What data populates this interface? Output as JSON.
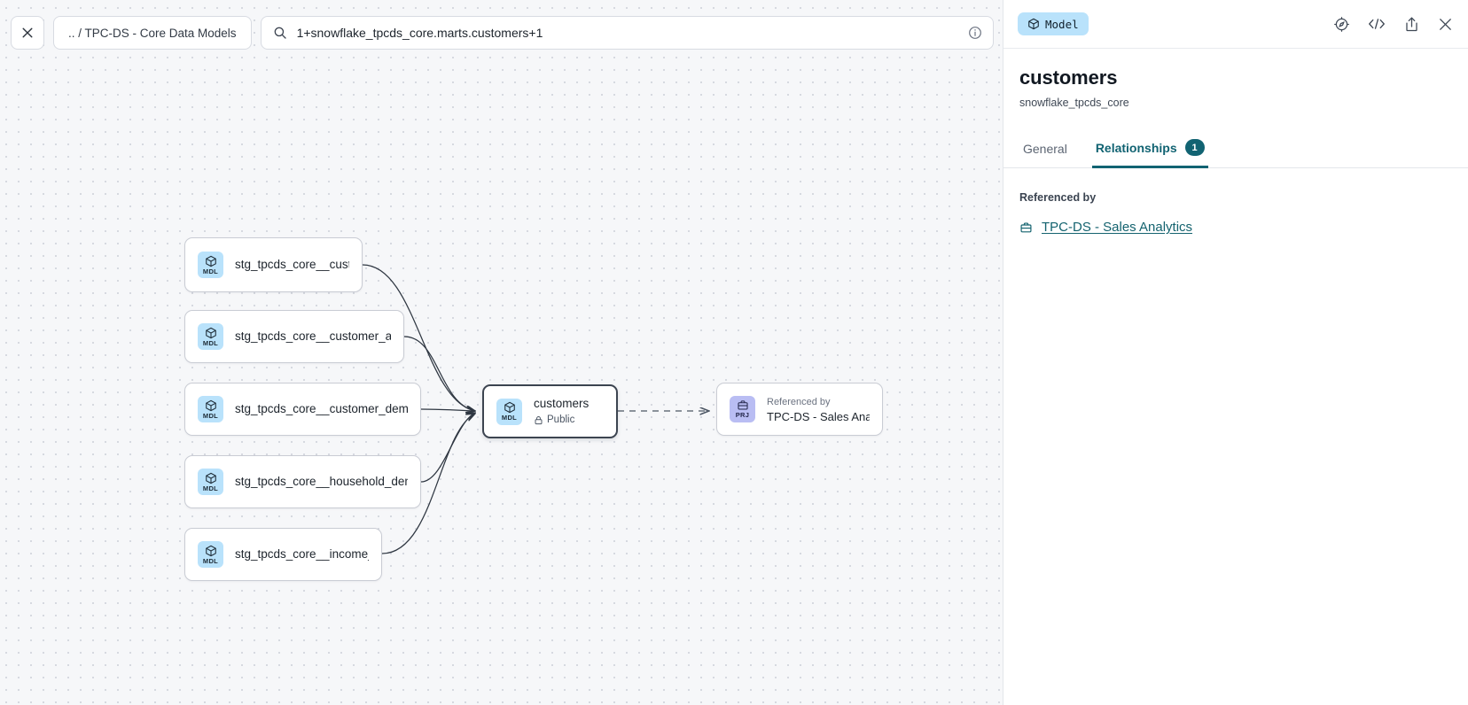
{
  "toolbar": {
    "close_icon": "close-icon",
    "breadcrumb": ".. / TPC-DS - Core Data Models",
    "search_icon": "search-icon",
    "search_value": "1+snowflake_tpcds_core.marts.customers+1",
    "info_icon": "info-circle-icon",
    "refresh_icon": "refresh-icon"
  },
  "graph": {
    "upstream_nodes": [
      {
        "badge": "MDL",
        "label": "stg_tpcds_core__customer"
      },
      {
        "badge": "MDL",
        "label": "stg_tpcds_core__customer_address"
      },
      {
        "badge": "MDL",
        "label": "stg_tpcds_core__customer_demogra..."
      },
      {
        "badge": "MDL",
        "label": "stg_tpcds_core__household_demogr..."
      },
      {
        "badge": "MDL",
        "label": "stg_tpcds_core__income_band"
      }
    ],
    "focus_node": {
      "badge": "MDL",
      "label": "customers",
      "visibility_icon": "lock-icon",
      "visibility": "Public"
    },
    "downstream_node": {
      "badge": "PRJ",
      "eyebrow": "Referenced by",
      "label": "TPC-DS - Sales Analytics"
    }
  },
  "panel": {
    "chip_icon": "cube-icon",
    "chip_label": "Model",
    "actions": [
      {
        "icon": "explore-compass-icon",
        "name": "explore-button"
      },
      {
        "icon": "code-icon",
        "name": "code-button"
      },
      {
        "icon": "share-icon",
        "name": "share-button"
      },
      {
        "icon": "close-icon",
        "name": "close-panel-button"
      }
    ],
    "title": "customers",
    "subtitle": "snowflake_tpcds_core",
    "tabs": [
      {
        "label": "General",
        "badge": null,
        "active": false
      },
      {
        "label": "Relationships",
        "badge": "1",
        "active": true
      }
    ],
    "section_label": "Referenced by",
    "reference_icon": "project-icon",
    "reference_link": "TPC-DS - Sales Analytics"
  },
  "colors": {
    "accent_teal": "#116372",
    "badge_model": "#b9e2fb",
    "badge_project": "#b9bdf3",
    "canvas_bg": "#f6f7f9"
  }
}
